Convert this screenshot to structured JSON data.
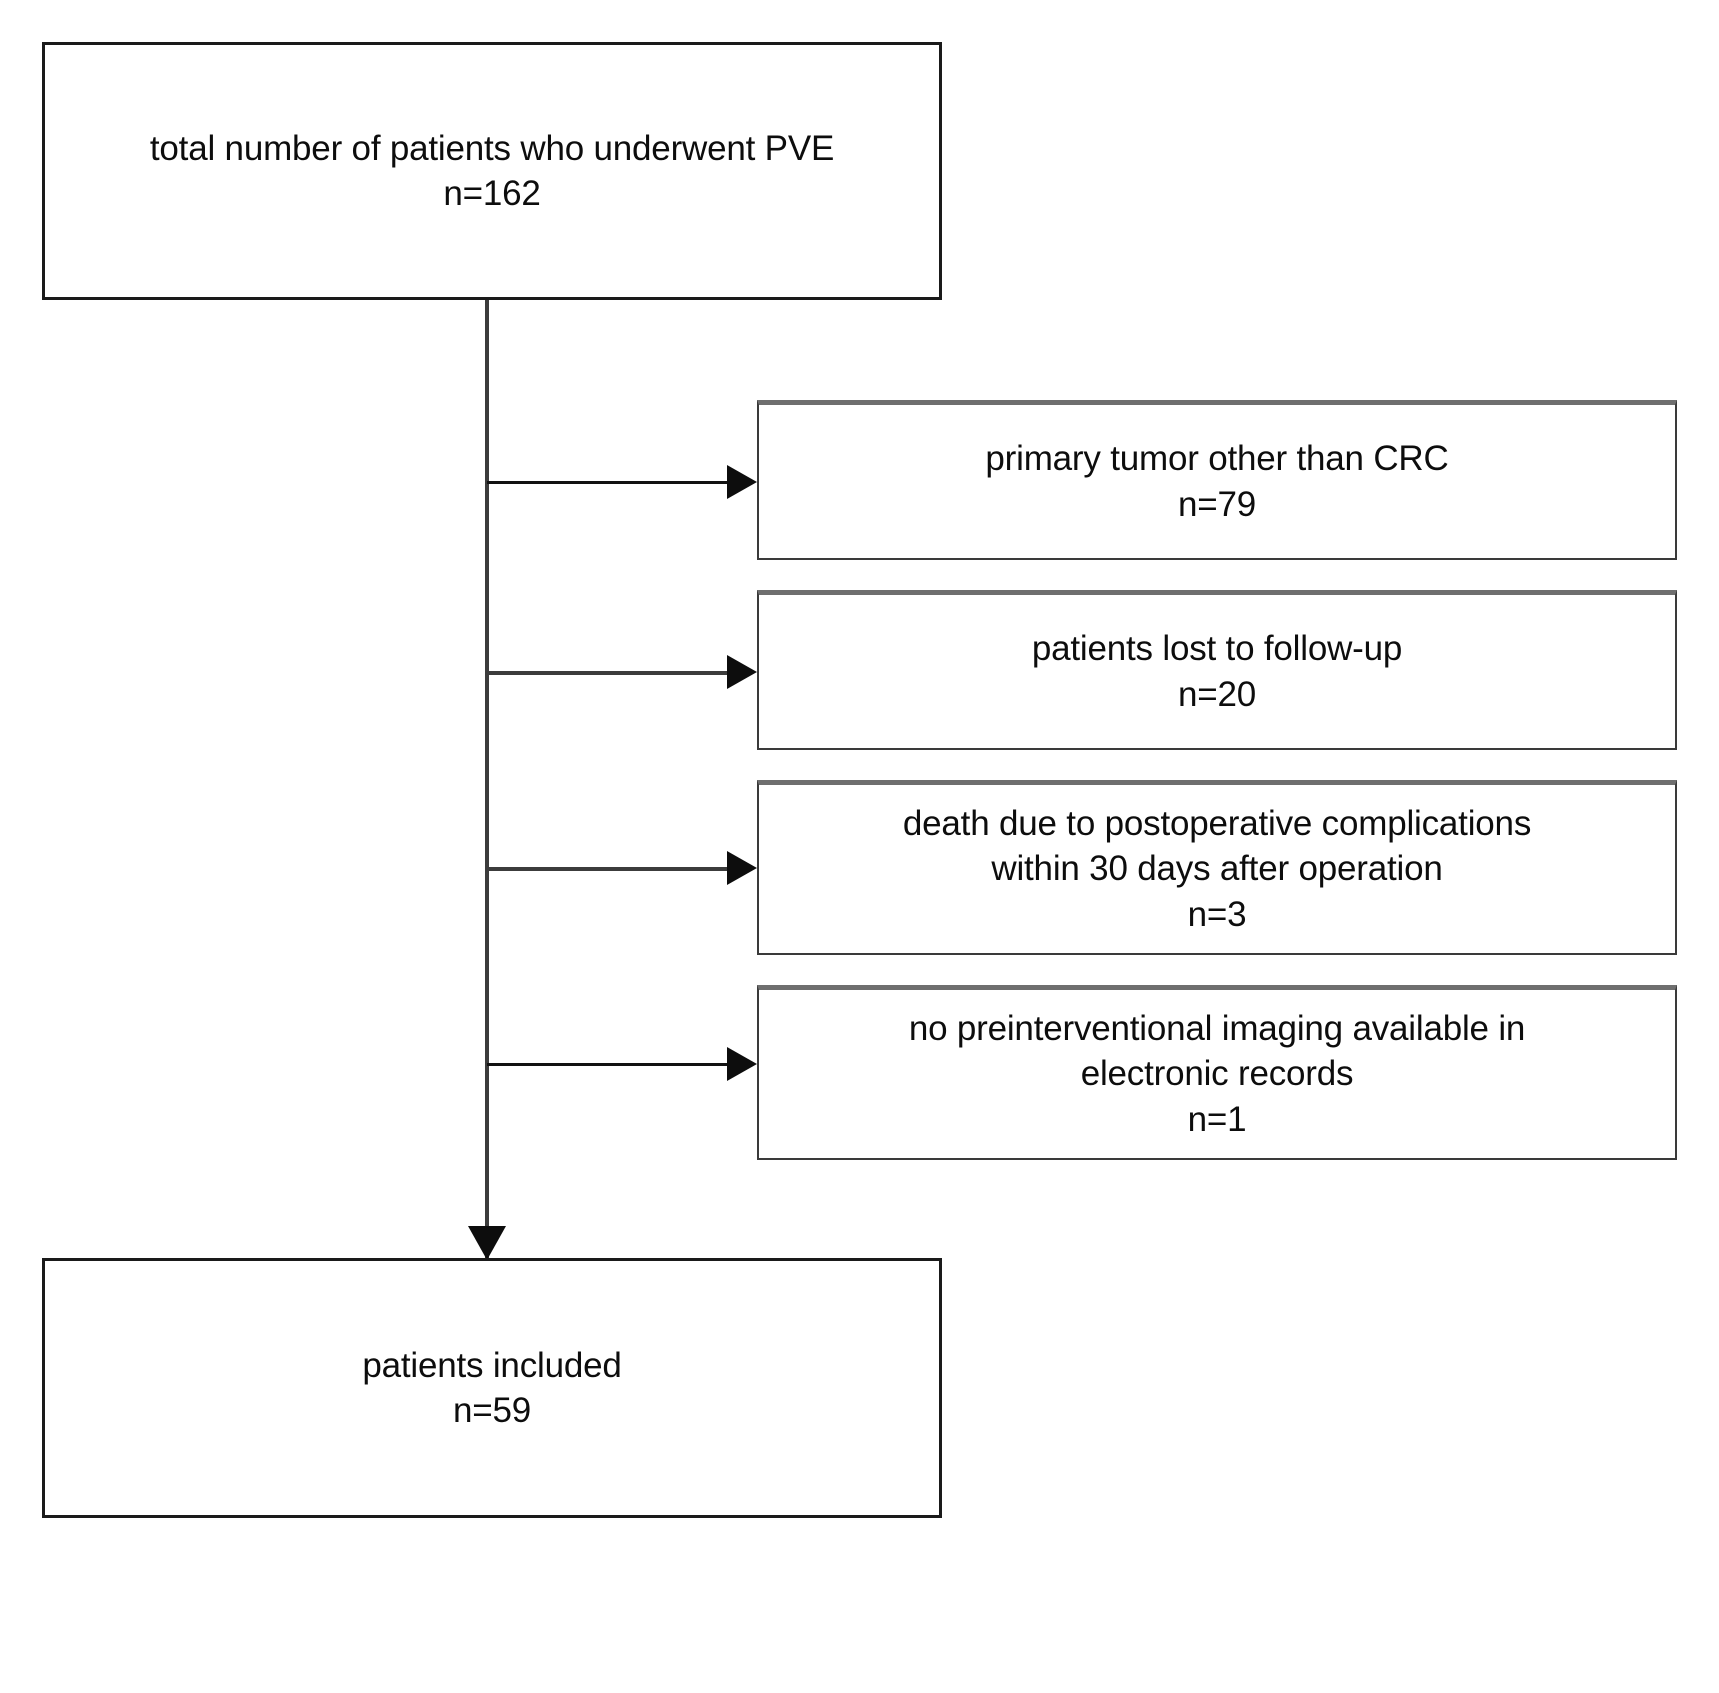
{
  "diagram": {
    "type": "flowchart",
    "title": "CONSORT-style patient selection flow diagram",
    "orientation": "vertical-with-right-exclusions",
    "colors": {
      "box_border": "#1a1a1a",
      "thin_box_border": "#3a3a3a",
      "thin_box_top_border": "#6f6f6f",
      "connector": "#3c3c3c",
      "arrow": "#0d0d0d",
      "text": "#0d0d0d",
      "background": "#ffffff"
    }
  },
  "top_box": {
    "label": "total number of patients who underwent PVE",
    "count": "n=162",
    "count_value": 162
  },
  "exclusions": [
    {
      "label_line1": "primary tumor other than CRC",
      "label_line2": "",
      "count": "n=79",
      "count_value": 79
    },
    {
      "label_line1": "patients lost to follow-up",
      "label_line2": "",
      "count": "n=20",
      "count_value": 20
    },
    {
      "label_line1": "death due to postoperative complications",
      "label_line2": "within 30 days after operation",
      "count": "n=3",
      "count_value": 3
    },
    {
      "label_line1": "no preinterventional imaging available in",
      "label_line2": "electronic records",
      "count": "n=1",
      "count_value": 1
    }
  ],
  "bottom_box": {
    "label": "patients included",
    "count": "n=59",
    "count_value": 59
  }
}
